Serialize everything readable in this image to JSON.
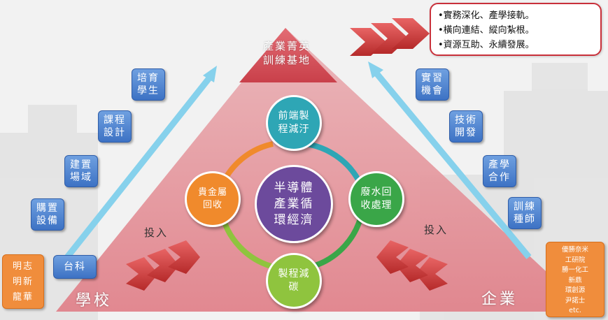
{
  "apex": {
    "title": "產業菁英\n訓練基地"
  },
  "callout": {
    "lines": [
      "•實務深化、產學接軌。",
      "•橫向連結、縱向紮根。",
      "•資源互助、永續發展。"
    ]
  },
  "center": {
    "label": "半導體\n產業循\n環經濟"
  },
  "cycle": {
    "top": "前端製\n程減汙",
    "right": "廢水回\n收處理",
    "bottom": "製程減\n碳",
    "left": "貴金屬\n回收"
  },
  "left_steps": [
    "培育\n學生",
    "課程\n設計",
    "建置\n場域",
    "購置\n設備",
    "台科"
  ],
  "right_steps": [
    "實習\n機會",
    "技術\n開發",
    "產學\n合作",
    "訓練\n種師"
  ],
  "school": {
    "label": "學校",
    "input_label": "投入",
    "partners": "明志\n明新\n龍華"
  },
  "enterprise": {
    "label": "企業",
    "input_label": "投入",
    "partners": "優勝奈米\n工研院\n勝一化工\n新鼎\n環創源\n尹諾士\netc."
  },
  "colors": {
    "triangle": "#e59aa0",
    "apex": "#d9535c",
    "arrow_blue": "#7ecbe8",
    "chevron_red": "#d84a4a",
    "circle_teal": "#2ea6b5",
    "circle_green": "#3aa648",
    "circle_orange": "#f08a2c",
    "circle_yellow": "#8fc43e",
    "circle_purple": "#6c4a9c"
  }
}
